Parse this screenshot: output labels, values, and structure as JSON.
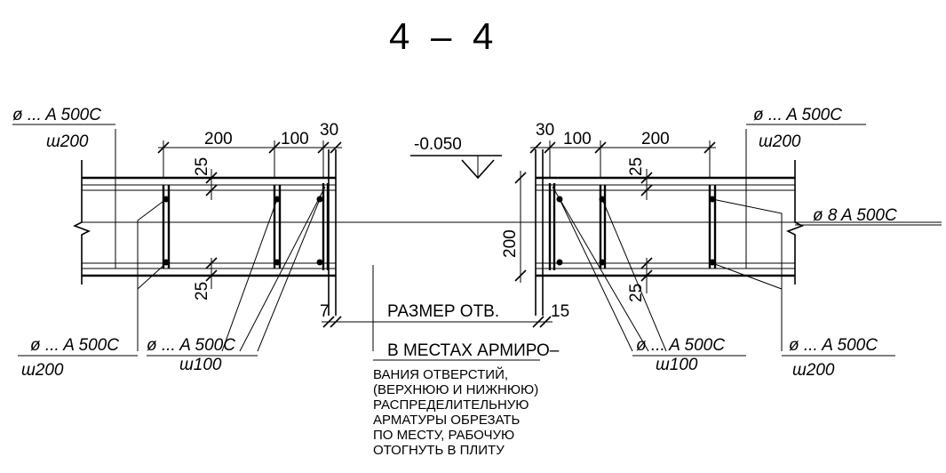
{
  "title": "4 – 4",
  "level_mark": "-0.050",
  "callouts": {
    "top_left_bar": "ø ... A 500C",
    "top_left_spacing": "ш200",
    "top_right_bar": "ø ... A 500C",
    "top_right_spacing": "ш200",
    "right_bar": "ø 8  A 500C",
    "bottom_left_outer_bar": "ø ... A 500C",
    "bottom_left_outer_spacing": "ш200",
    "bottom_left_inner_bar": "ø ... A 500C",
    "bottom_left_inner_spacing": "ш100",
    "bottom_right_inner_bar": "ø ... A 500C",
    "bottom_right_inner_spacing": "ш100",
    "bottom_right_outer_bar": "ø ... A 500C",
    "bottom_right_outer_spacing": "ш200"
  },
  "dimensions": {
    "left_200": "200",
    "left_100": "100",
    "left_30": "30",
    "right_30": "30",
    "right_100": "100",
    "right_200": "200",
    "left_cover_top": "25",
    "left_cover_bottom": "25",
    "right_cover_top": "25",
    "right_cover_bottom": "25",
    "slab_depth": "200",
    "gap_left": "7",
    "gap_right": "15",
    "opening": "РАЗМЕР ОТВ."
  },
  "note": {
    "heading": "В МЕСТАХ АРМИРО–",
    "lines": [
      "ВАНИЯ ОТВЕРСТИЙ,",
      "(ВЕРХНЮЮ И НИЖНЮЮ)",
      "РАСПРЕДЕЛИТЕЛЬНУЮ",
      "АРМАТУРЫ ОБРЕЗАТЬ",
      "ПО МЕСТУ, РАБОЧУЮ",
      "ОТОГНУТЬ В ПЛИТУ"
    ]
  }
}
